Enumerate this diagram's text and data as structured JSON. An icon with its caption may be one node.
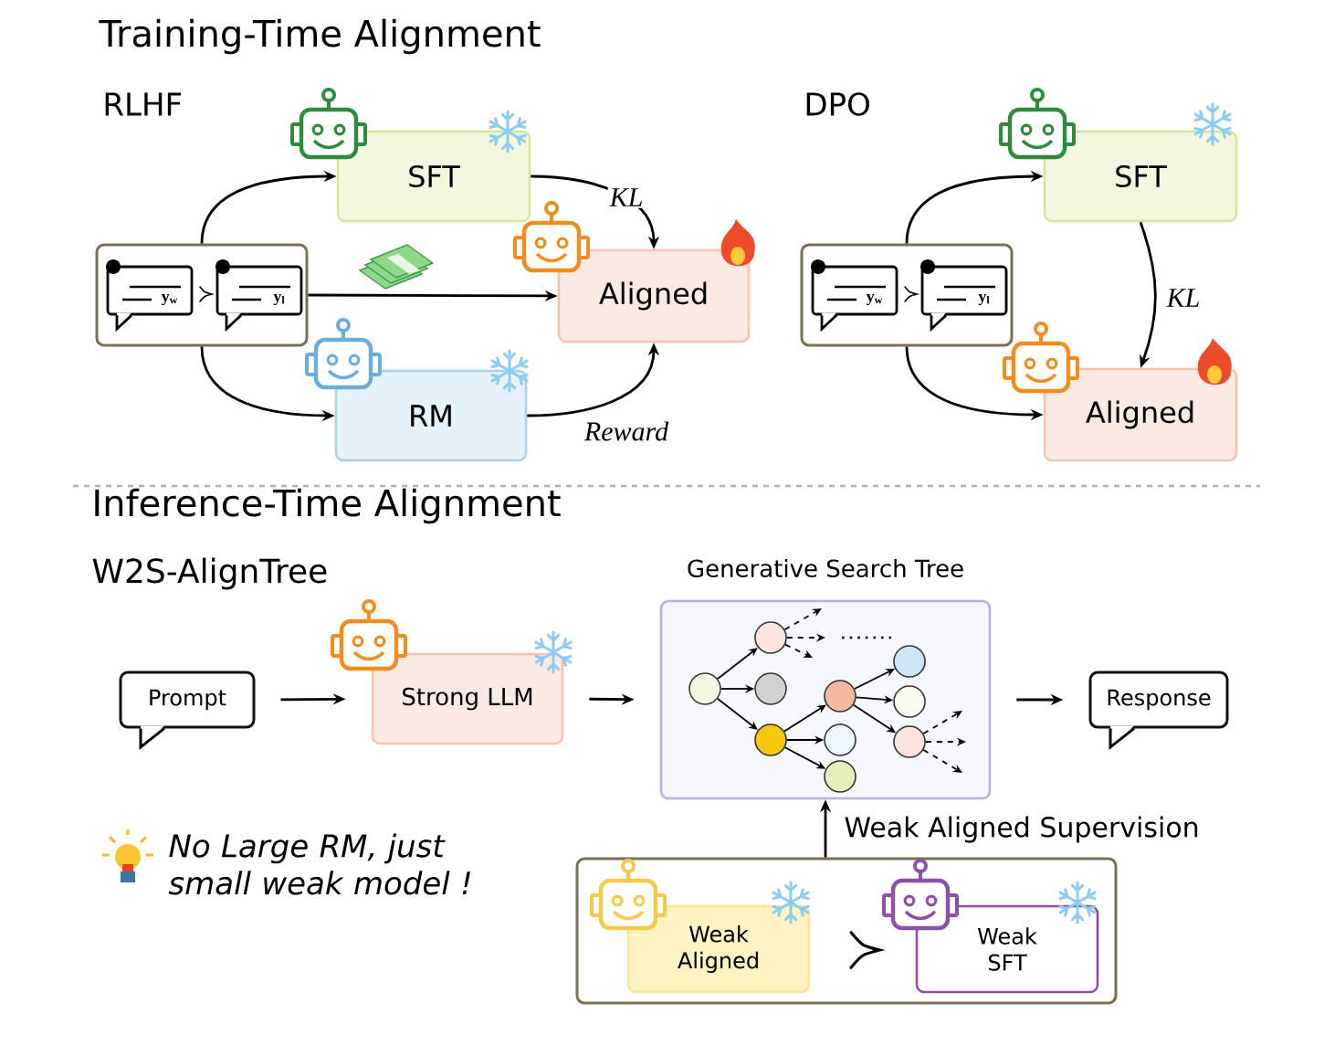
{
  "diagram": {
    "nodes": [
      {
        "text": [
          "y$_{w}$",
          "y$_{l}$"
        ]
      },
      {
        "text": [
          "SFT"
        ]
      },
      {
        "text": [
          "Aligned"
        ]
      },
      {
        "text": [
          "RM"
        ]
      },
      {
        "text": [
          "y$_{w}$",
          "y$_{l}$"
        ]
      },
      {
        "text": [
          "SFT"
        ]
      },
      {
        "text": [
          "Aligned"
        ]
      },
      {
        "text": [
          "Prompt"
        ]
      },
      {
        "text": [
          "Strong LLM"
        ]
      },
      {
        "text": [
          "Generative Search Tree"
        ]
      },
      {
        "text": [],
        "shape": "circle",
        "in": 9
      },
      {
        "text": [],
        "shape": "circle",
        "in": 9
      },
      {
        "text": [],
        "shape": "circle",
        "in": 9
      },
      {
        "text": [],
        "shape": "circle",
        "in": 9
      },
      {
        "text": [],
        "shape": "circle",
        "in": 9
      },
      {
        "text": [],
        "shape": "circle",
        "in": 9
      },
      {
        "text": [],
        "shape": "circle",
        "in": 9
      },
      {
        "text": [],
        "shape": "circle",
        "in": 9
      },
      {
        "text": [],
        "shape": "circle",
        "in": 9
      },
      {
        "text": [],
        "shape": "circle",
        "in": 9
      },
      {
        "text": [
          "Response"
        ]
      },
      {
        "text": [],
        "shape": "box"
      },
      {
        "text": [
          "Weak Aligned"
        ],
        "in": 21
      },
      {
        "text": [
          "Weak SFT"
        ],
        "in": 21
      }
    ],
    "edges": [
      {
        "from": 0,
        "to": 1,
        "arrow": "to"
      },
      {
        "from": 0,
        "to": 2,
        "arrow": "to"
      },
      {
        "from": 0,
        "to": 3,
        "arrow": "to"
      },
      {
        "from": 1,
        "to": 2,
        "arrow": "to",
        "label": "KL"
      },
      {
        "from": 3,
        "to": 2,
        "arrow": "to",
        "label": "Reward"
      },
      {
        "from": 4,
        "to": 5,
        "arrow": "to"
      },
      {
        "from": 4,
        "to": 6,
        "arrow": "to"
      },
      {
        "from": 5,
        "to": 6,
        "arrow": "to",
        "label": "KL"
      },
      {
        "from": 7,
        "to": 8,
        "arrow": "to"
      },
      {
        "from": 8,
        "to": 9,
        "arrow": "to"
      },
      {
        "from": 9,
        "to": 20,
        "arrow": "to"
      },
      {
        "from": 21,
        "to": 9,
        "arrow": "to",
        "label": "Weak Aligned Supervision"
      },
      {
        "from": 10,
        "to": 11,
        "arrow": "to"
      },
      {
        "from": 10,
        "to": 12,
        "arrow": "to"
      },
      {
        "from": 10,
        "to": 13,
        "arrow": "to"
      },
      {
        "from": 13,
        "to": 14,
        "arrow": "to"
      },
      {
        "from": 13,
        "to": 15,
        "arrow": "to"
      },
      {
        "from": 13,
        "to": 16,
        "arrow": "to"
      },
      {
        "from": 14,
        "to": 17,
        "arrow": "to"
      },
      {
        "from": 14,
        "to": 18,
        "arrow": "to"
      },
      {
        "from": 14,
        "to": 19,
        "arrow": "to"
      },
      {
        "from": 11,
        "to": null,
        "arrow": "to",
        "style": "dashed"
      },
      {
        "from": 11,
        "to": null,
        "arrow": "to",
        "style": "dashed"
      },
      {
        "from": 11,
        "to": null,
        "arrow": "to",
        "style": "dashed"
      },
      {
        "from": 19,
        "to": null,
        "arrow": "to",
        "style": "dashed"
      },
      {
        "from": 19,
        "to": null,
        "arrow": "to",
        "style": "dashed"
      },
      {
        "from": 19,
        "to": null,
        "arrow": "to",
        "style": "dashed"
      }
    ],
    "labels": [
      "Training-Time Alignment",
      "RLHF",
      "DPO",
      "Inference-Time Alignment",
      "W2S-AlignTree",
      "No Large RM, just small weak model !"
    ]
  }
}
